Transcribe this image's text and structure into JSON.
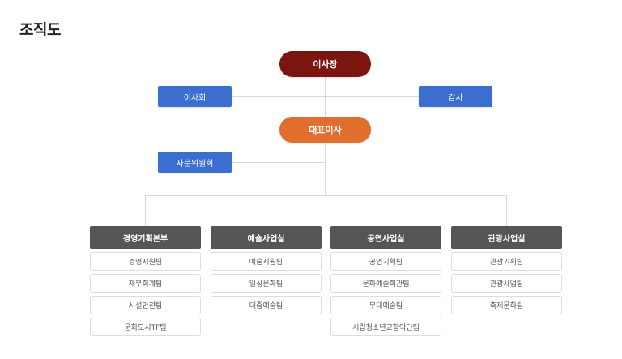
{
  "page": {
    "title": "조직도"
  },
  "colors": {
    "chairman": "#7a160f",
    "ceo": "#e06e2c",
    "support": "#3a6fcf",
    "department": "#555555",
    "team_border": "#dddddd",
    "connector": "#d9d9d9"
  },
  "chairman": {
    "label": "이사장"
  },
  "board": {
    "label": "이사회"
  },
  "audit": {
    "label": "감사"
  },
  "ceo": {
    "label": "대표이사"
  },
  "advisory": {
    "label": "자문위원회"
  },
  "departments": [
    {
      "name": "경영기획본부",
      "teams": [
        "경영지원팀",
        "재무회계팀",
        "시설안전팀",
        "문화도시TF팀"
      ]
    },
    {
      "name": "예술사업실",
      "teams": [
        "예술지원팀",
        "일상문화팀",
        "대중예술팀"
      ]
    },
    {
      "name": "공연사업실",
      "teams": [
        "공연기획팀",
        "문화예술회관팀",
        "무대예술팀",
        "시립청소년교향악단팀"
      ]
    },
    {
      "name": "관광사업실",
      "teams": [
        "관광기획팀",
        "관광사업팀",
        "축제문화팀"
      ]
    }
  ]
}
